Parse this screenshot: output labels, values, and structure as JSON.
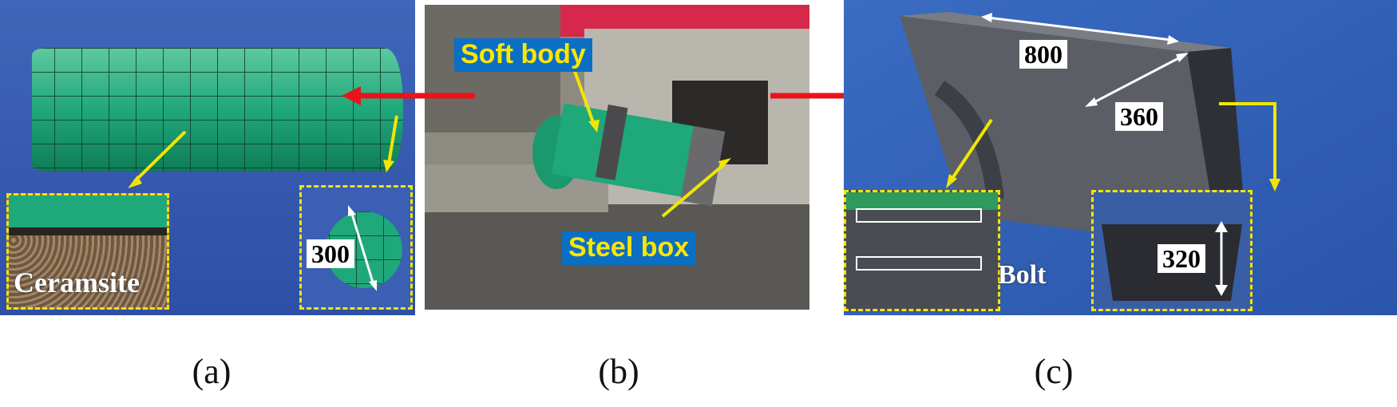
{
  "panels": [
    {
      "caption": "(a)"
    },
    {
      "caption": "(b)"
    },
    {
      "caption": "(c)"
    }
  ],
  "labels": {
    "ceramsite": "Ceramsite",
    "diameter": "300",
    "soft_body": "Soft body",
    "steel_box": "Steel box",
    "length": "800",
    "width": "360",
    "height": "320",
    "bolt": "Bolt"
  },
  "colors": {
    "arrow_red": "#e8141c",
    "arrow_yellow": "#f2e600",
    "dash_yellow": "#f2e600",
    "tag_blue": "#0b6fc4",
    "cylinder_green": "#1fa87a"
  }
}
